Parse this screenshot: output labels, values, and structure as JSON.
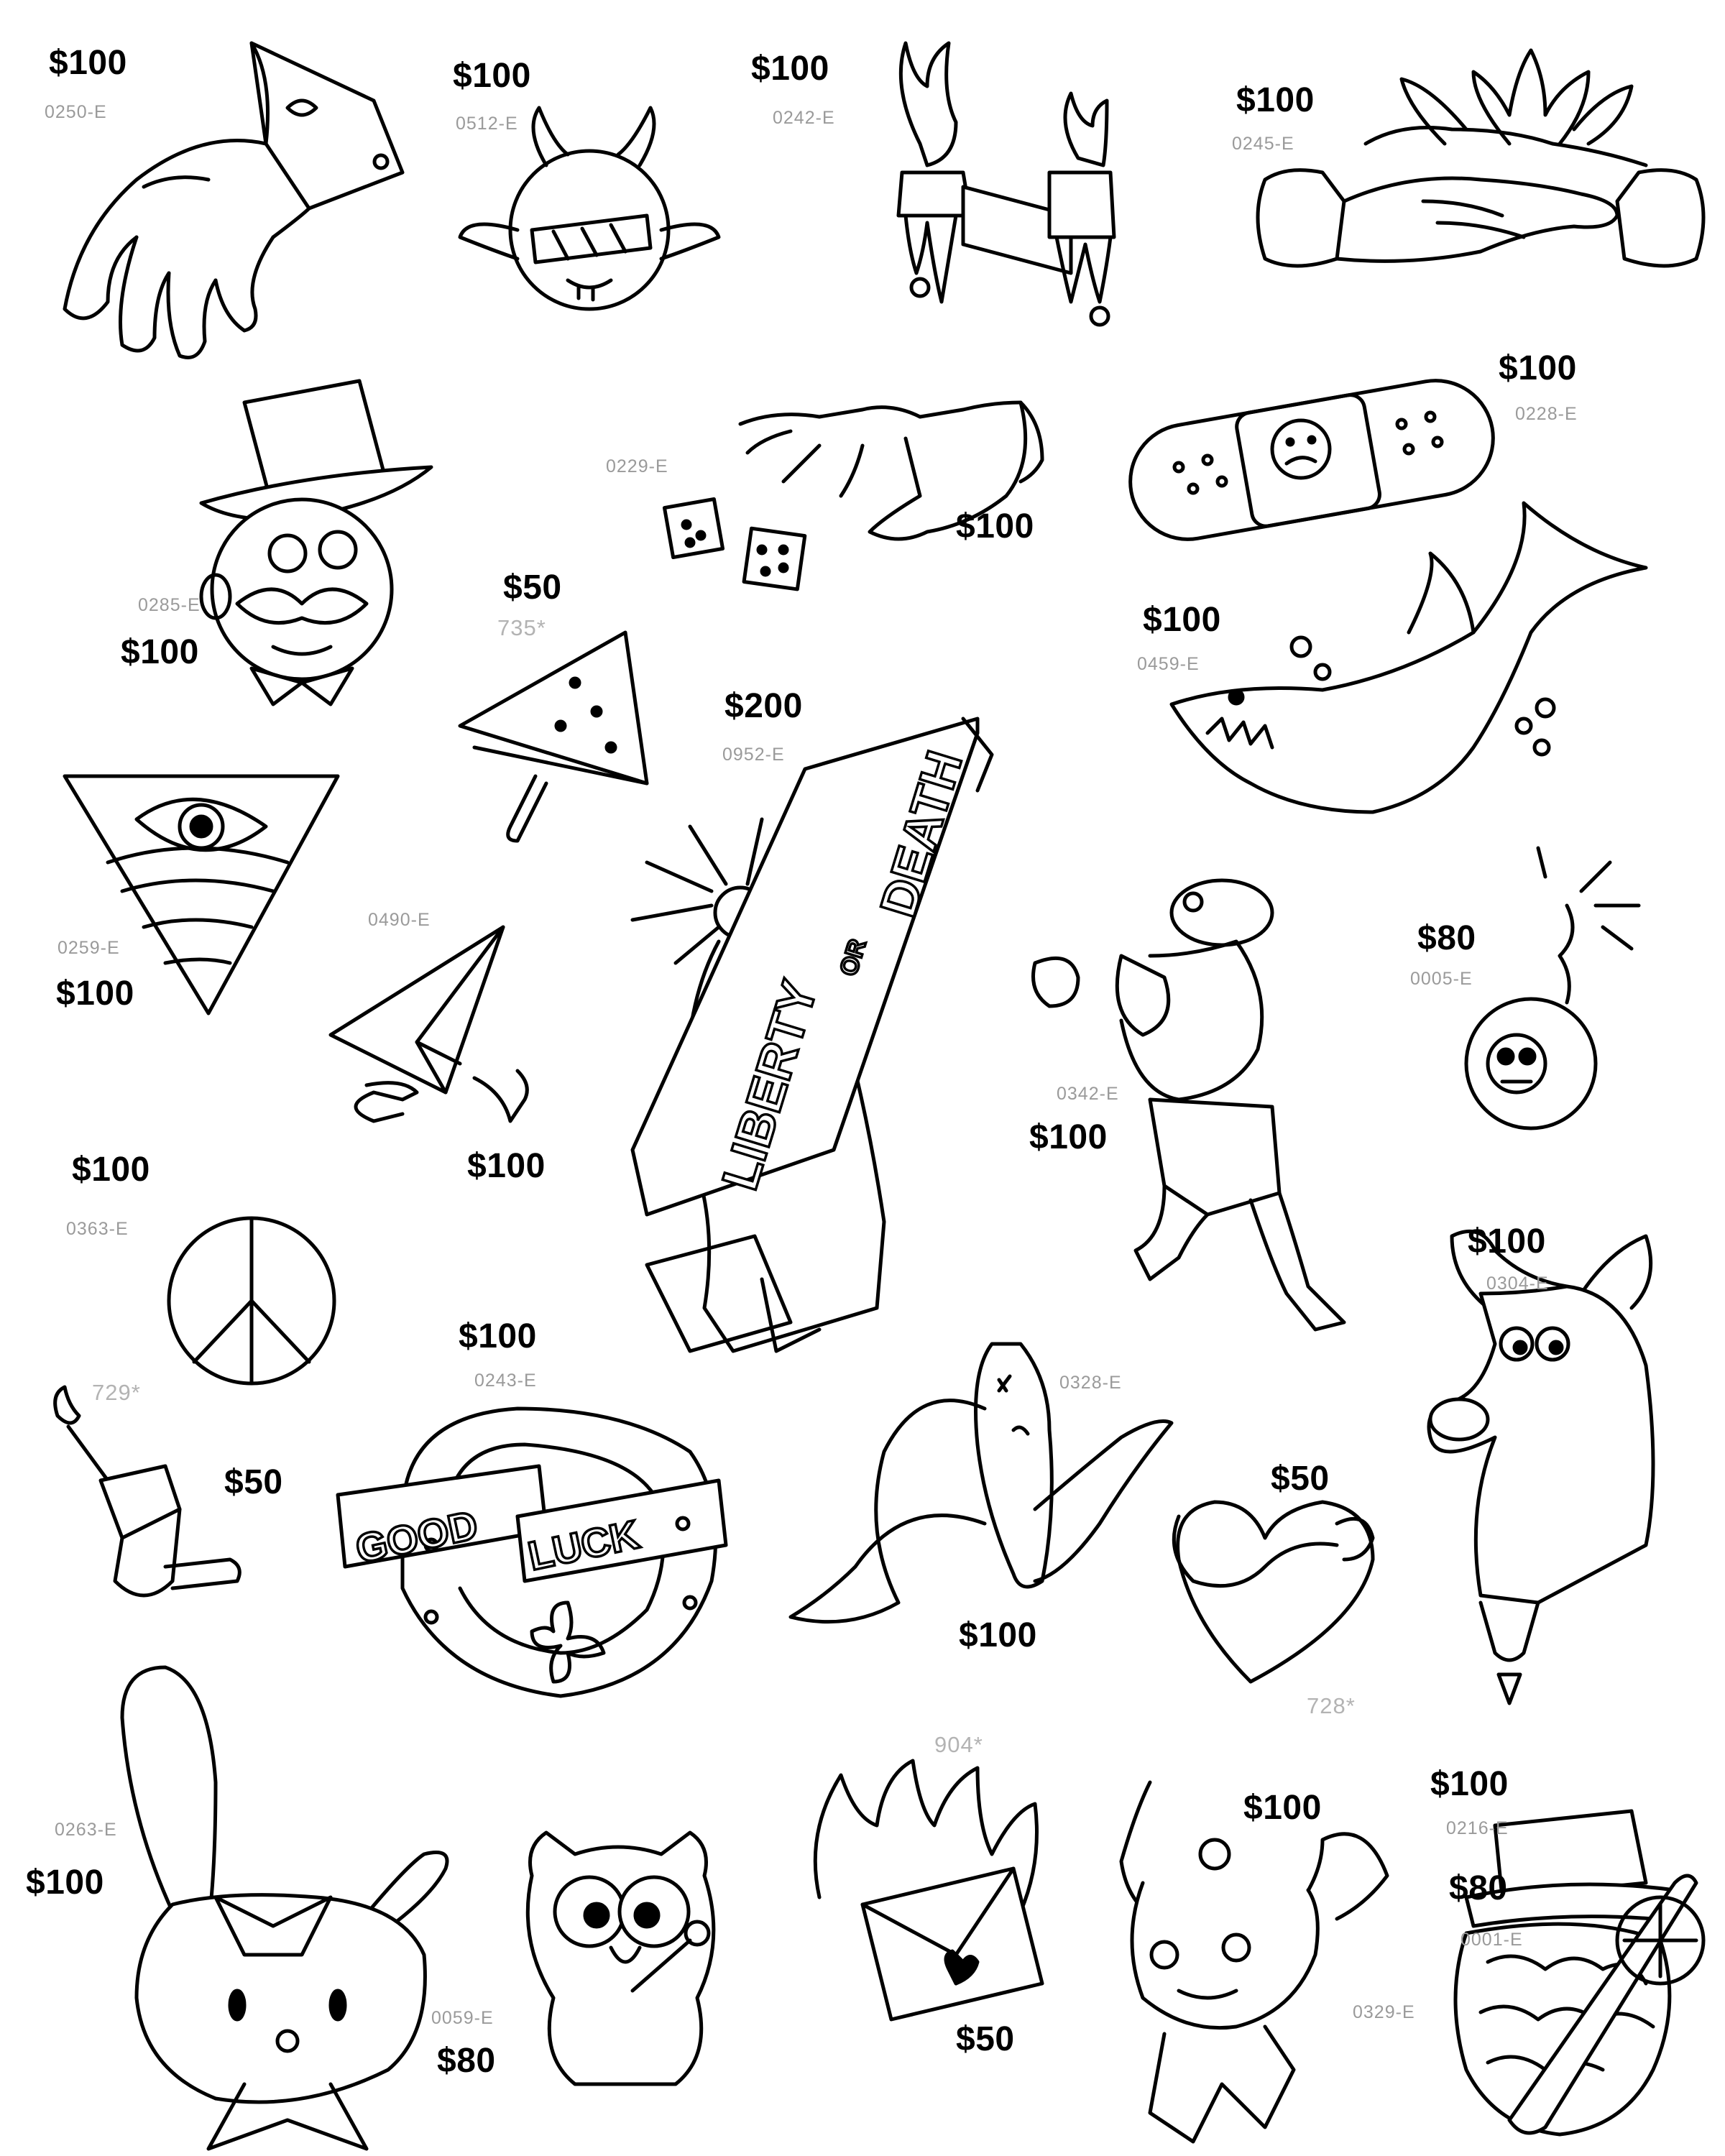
{
  "colors": {
    "ink": "#000000",
    "code_gray": "#9a9a9a",
    "background": "#ffffff"
  },
  "items": [
    {
      "art": "pointing-hand-with-cuff",
      "price": "$100",
      "code": "0250-E"
    },
    {
      "art": "devil-baby-with-shades",
      "price": "$100",
      "code": "0512-E"
    },
    {
      "art": "burning-candle-stick",
      "price": "$100",
      "code": "0242-E"
    },
    {
      "art": "handshake-with-lotus",
      "price": "$100",
      "code": "0245-E"
    },
    {
      "art": "skeleton-hand-rolling-dice",
      "price": "$100",
      "code": "0229-E"
    },
    {
      "art": "sad-bandaid",
      "price": "$100",
      "code": "0228-E"
    },
    {
      "art": "monopoly-man",
      "price": "$100",
      "code": "0285-E"
    },
    {
      "art": "watermelon-popsicle",
      "price": "$50",
      "code": "735*"
    },
    {
      "art": "liberty-or-death-statue",
      "price": "$200",
      "code": "0952-E"
    },
    {
      "art": "shark",
      "price": "$100",
      "code": "0459-E"
    },
    {
      "art": "all-seeing-eye",
      "price": "$100",
      "code": "0259-E"
    },
    {
      "art": "paper-airplane-jets",
      "price": "$100",
      "code": "0490-E"
    },
    {
      "art": "boxing-frog",
      "price": "$100",
      "code": "0342-E"
    },
    {
      "art": "skull-bomb",
      "price": "$80",
      "code": "0005-E"
    },
    {
      "art": "peace-sign",
      "price": "$100",
      "code": "0363-E"
    },
    {
      "art": "good-luck-horseshoe",
      "price": "$100",
      "code": "0243-E"
    },
    {
      "art": "zombie-banana",
      "price": "$100",
      "code": "0328-E"
    },
    {
      "art": "scooby-doo",
      "price": "$100",
      "code": "0304-E"
    },
    {
      "art": "push-pin-candle",
      "price": "$50",
      "code": "729*"
    },
    {
      "art": "flexing-heart",
      "price": "$50",
      "code": "728*"
    },
    {
      "art": "my-melody-bunny",
      "price": "$100",
      "code": "0263-E"
    },
    {
      "art": "owl-with-lollipop",
      "price": "$80",
      "code": "0059-E"
    },
    {
      "art": "burning-love-letter",
      "price": "$50",
      "code": "904*"
    },
    {
      "art": "kuromi",
      "price": "$100",
      "code": "0329-E"
    },
    {
      "art": "top-hat-shell",
      "price": "$100",
      "code": "0216-E"
    },
    {
      "art": "brain-with-bat",
      "price": "$80",
      "code": "0001-E"
    }
  ],
  "liberty_banner": {
    "top": "LIBERTY",
    "mid": "OR",
    "bottom": "DEATH"
  },
  "horseshoe_banner": {
    "left": "GOOD",
    "right": "LUCK"
  }
}
